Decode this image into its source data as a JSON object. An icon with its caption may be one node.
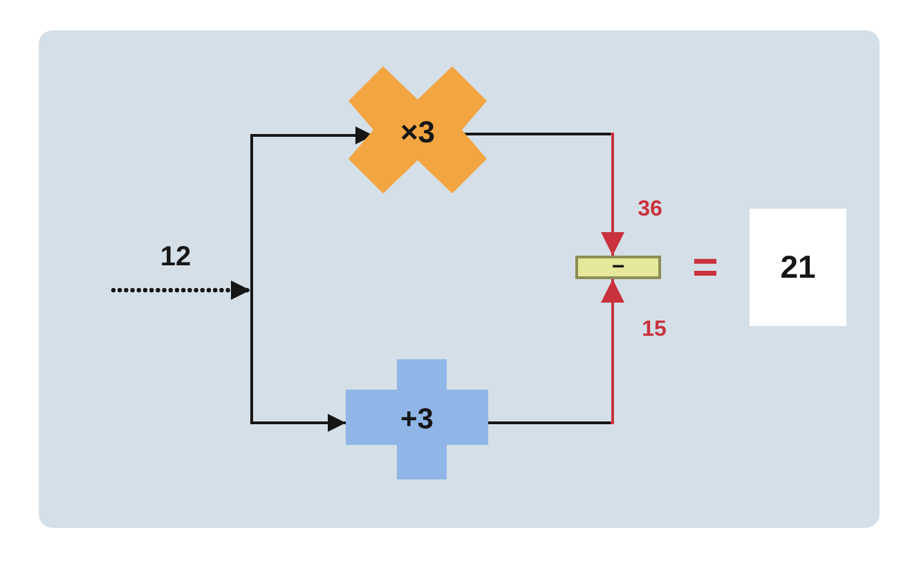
{
  "diagram": {
    "nodes": [
      {
        "text": [
          "×3"
        ]
      },
      {
        "text": [
          "+3"
        ]
      },
      {
        "text": [
          "−"
        ]
      },
      {
        "text": [
          "21"
        ]
      }
    ],
    "edges": [
      {
        "from": null,
        "to": 0,
        "arrow": "to",
        "label": "12"
      },
      {
        "from": null,
        "to": 1,
        "arrow": "to"
      },
      {
        "from": 0,
        "to": 2,
        "arrow": "to",
        "label": "36",
        "color": "#c9323d"
      },
      {
        "from": 1,
        "to": 2,
        "arrow": "to",
        "label": "15",
        "color": "#c9323d"
      }
    ],
    "labels": [
      "="
    ]
  }
}
